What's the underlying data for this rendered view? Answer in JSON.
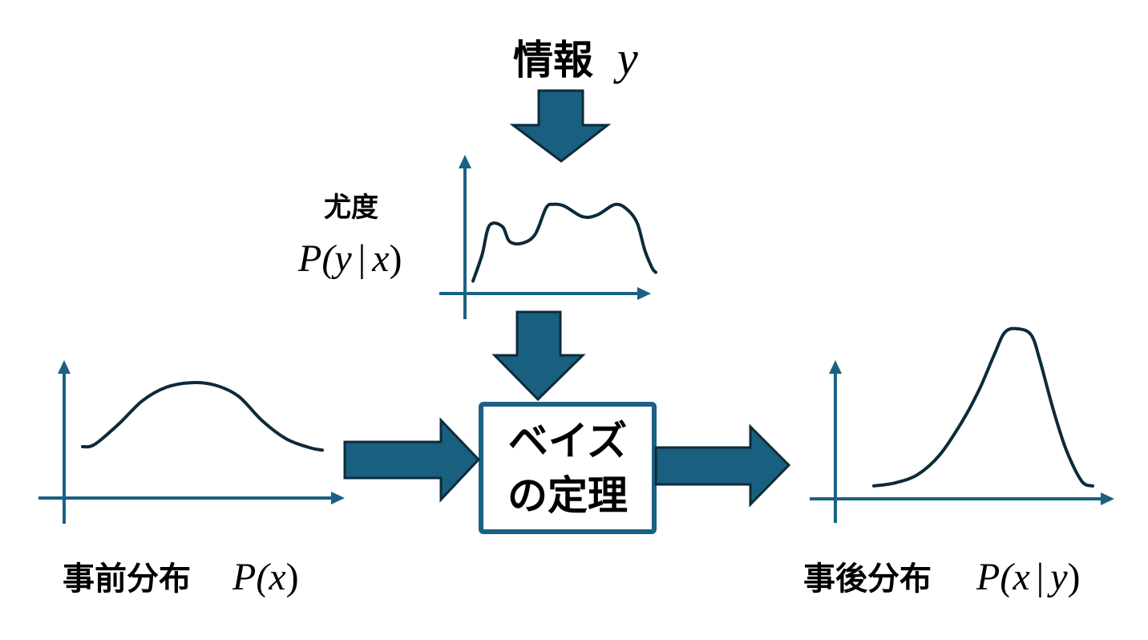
{
  "info": {
    "label": "情報",
    "var": "y"
  },
  "likelihood": {
    "label": "尤度",
    "formula_prefix": "P(",
    "formula_var1": "y",
    "formula_bar": "|",
    "formula_var2": "x",
    "formula_suffix": ")"
  },
  "bayes_box": {
    "line1": "ベイズ",
    "line2": "の定理"
  },
  "prior": {
    "label": "事前分布",
    "formula_prefix": "P(",
    "formula_var": "x",
    "formula_suffix": ")"
  },
  "posterior": {
    "label": "事後分布",
    "formula_prefix": "P(",
    "formula_var1": "x",
    "formula_bar": "|",
    "formula_var2": "y",
    "formula_suffix": ")"
  },
  "colors": {
    "arrow_fill": "#195f80",
    "arrow_stroke": "#0d2b3b",
    "axis": "#1a6183",
    "curve": "#0d2a3a",
    "box_border": "#1a6183"
  },
  "chart_data": [
    {
      "type": "line",
      "title": "尤度 P(y|x)",
      "description": "hand-drawn multi-modal likelihood curve (relative shape, normalized 0-1)",
      "x": [
        0,
        0.05,
        0.09,
        0.16,
        0.2,
        0.27,
        0.34,
        0.4,
        0.44,
        0.5,
        0.6,
        0.68,
        0.78,
        0.85,
        0.9,
        0.94,
        0.98,
        1.0
      ],
      "values": [
        0.05,
        0.35,
        0.68,
        0.67,
        0.5,
        0.48,
        0.58,
        0.88,
        0.92,
        0.9,
        0.78,
        0.8,
        0.92,
        0.85,
        0.7,
        0.4,
        0.2,
        0.15
      ]
    },
    {
      "type": "line",
      "title": "事前分布 P(x)",
      "description": "broad, flat prior (relative shape, normalized 0-1)",
      "x": [
        0,
        0.05,
        0.15,
        0.25,
        0.35,
        0.45,
        0.55,
        0.65,
        0.75,
        0.85,
        0.95,
        1.0
      ],
      "values": [
        0.35,
        0.37,
        0.55,
        0.76,
        0.88,
        0.92,
        0.9,
        0.8,
        0.58,
        0.42,
        0.34,
        0.32
      ]
    },
    {
      "type": "line",
      "title": "事後分布 P(x|y)",
      "description": "narrow, peaked posterior (relative shape, normalized 0-1)",
      "x": [
        0,
        0.1,
        0.2,
        0.3,
        0.4,
        0.48,
        0.55,
        0.6,
        0.66,
        0.72,
        0.76,
        0.82,
        0.88,
        0.95,
        1.0
      ],
      "values": [
        0.03,
        0.05,
        0.1,
        0.22,
        0.42,
        0.62,
        0.84,
        0.98,
        1.0,
        0.96,
        0.8,
        0.5,
        0.25,
        0.06,
        0.03
      ]
    }
  ]
}
